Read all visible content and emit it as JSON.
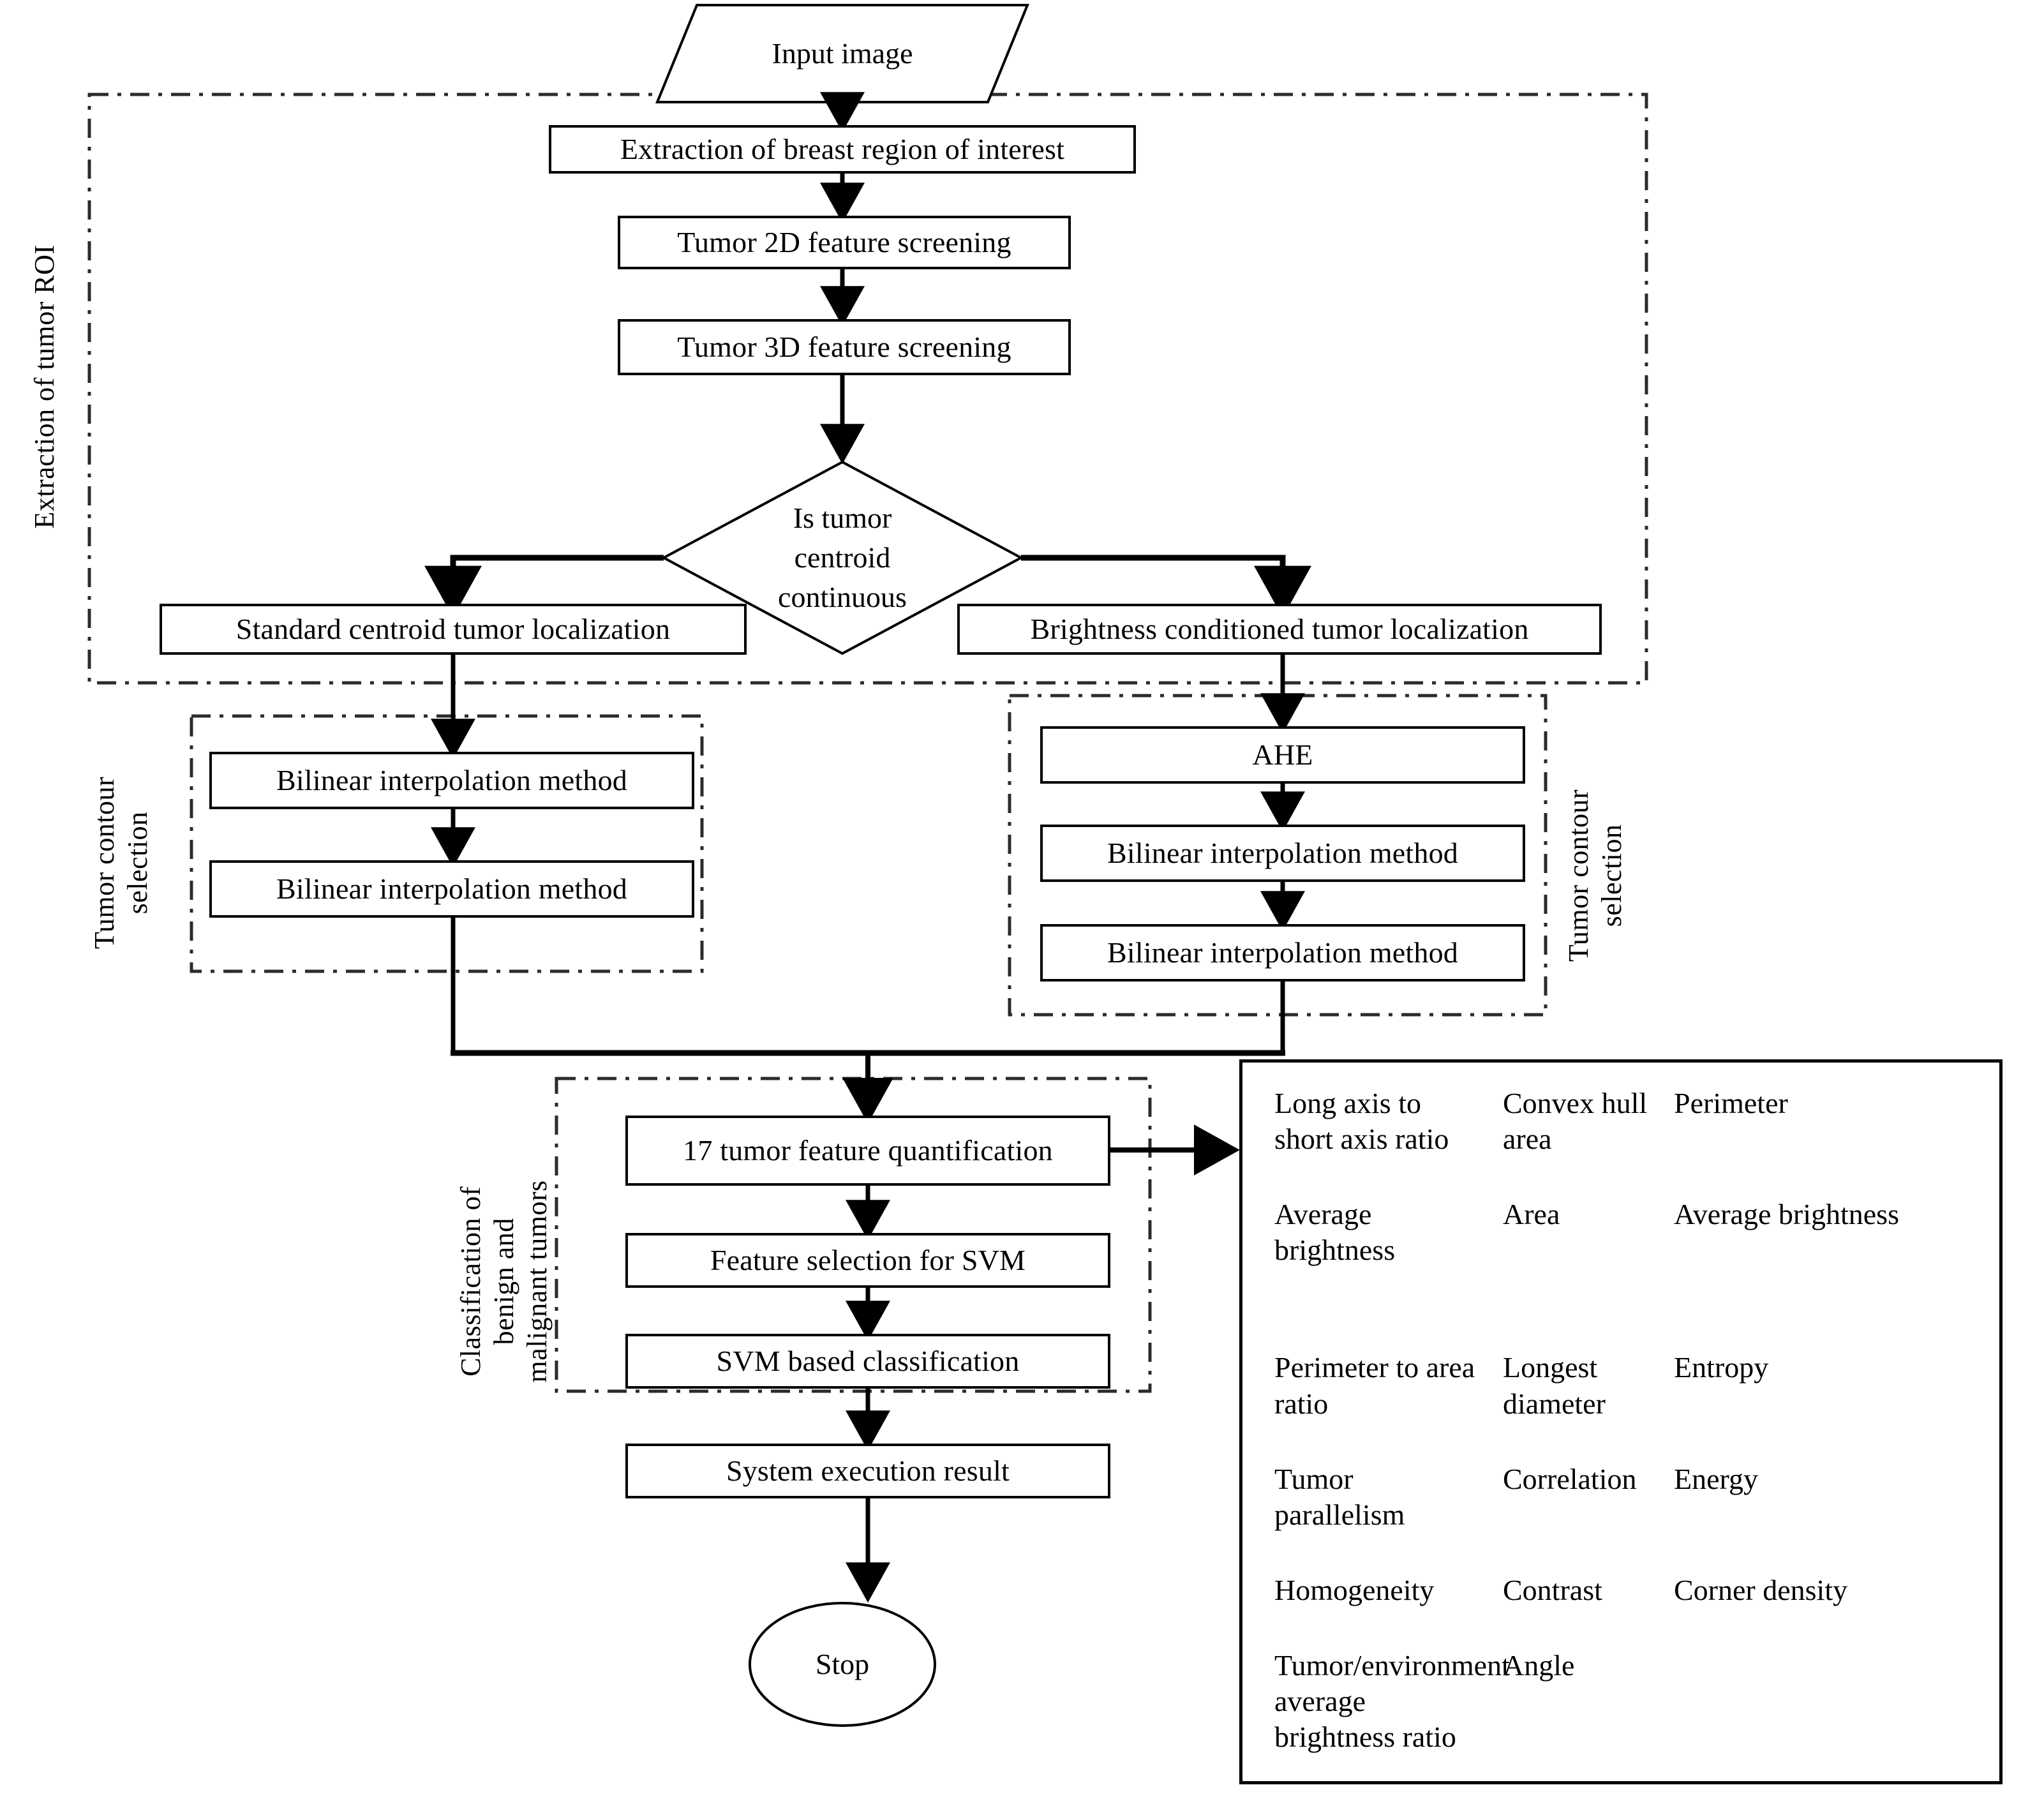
{
  "diagram": {
    "title": "Breast tumor detection and classification flowchart",
    "groups": [
      {
        "id": "roi",
        "label": "Extraction of tumor ROI"
      },
      {
        "id": "contour-left",
        "label": "Tumor contour\nselection"
      },
      {
        "id": "contour-right",
        "label": "Tumor contour\nselection"
      },
      {
        "id": "classification",
        "label": "Classification of\nbenign and\nmalignant tumors"
      }
    ],
    "nodes": {
      "input_image": "Input image",
      "extraction_roi": "Extraction of breast region of interest",
      "screening_2d": "Tumor 2D feature screening",
      "screening_3d": "Tumor 3D feature screening",
      "decision": "Is tumor\ncentroid\ncontinuous",
      "standard_localization": "Standard centroid tumor localization",
      "brightness_localization": "Brightness conditioned tumor localization",
      "bilinear_left_1": "Bilinear interpolation method",
      "bilinear_left_2": "Bilinear interpolation method",
      "ahe": "AHE",
      "bilinear_right_1": "Bilinear interpolation method",
      "bilinear_right_2": "Bilinear interpolation method",
      "feature_quantification": "17 tumor feature quantification",
      "feature_selection": "Feature selection for SVM",
      "svm_classification": "SVM based classification",
      "execution_result": "System execution result",
      "stop": "Stop"
    },
    "feature_table": {
      "columns": 3,
      "cells": [
        "Long axis to short axis ratio",
        "Convex hull area",
        "Perimeter",
        "Average brightness",
        "Area",
        "Average brightness",
        "Perimeter to area ratio",
        "Longest diameter",
        "Entropy",
        "Tumor parallelism",
        "Correlation",
        "Energy",
        "Homogeneity",
        "Contrast",
        "Corner density",
        "Tumor/environment average brightness ratio",
        "Angle",
        ""
      ]
    },
    "colors": {
      "stroke": "#000000",
      "fill": "#ffffff",
      "dash": "#3a3a3a"
    }
  }
}
